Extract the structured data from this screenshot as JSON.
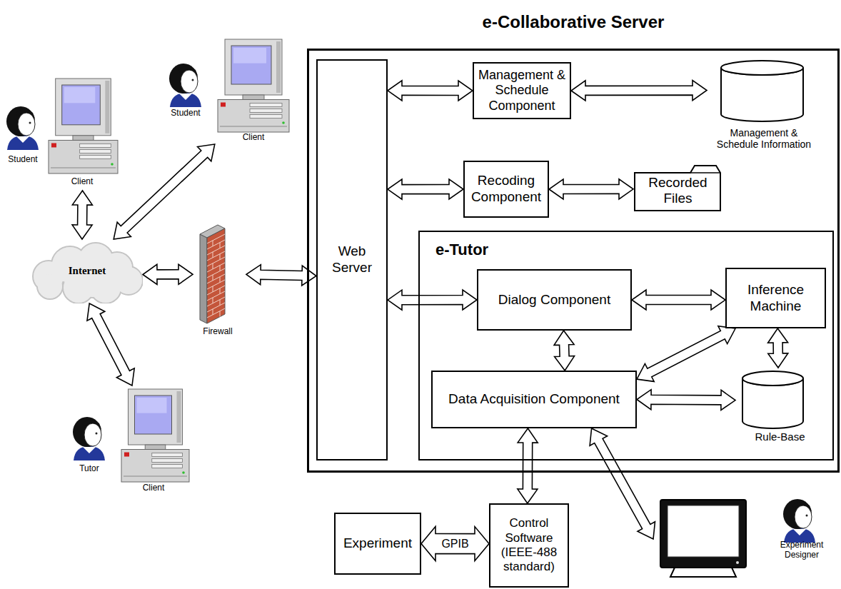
{
  "diagram": {
    "nodes": [
      {
        "text": [
          "Student",
          "Client"
        ]
      },
      {
        "text": [
          "Student",
          "Client"
        ]
      },
      {
        "text": [
          "Internet"
        ]
      },
      {
        "text": [
          "Firewall"
        ]
      },
      {
        "text": [
          "Tutor",
          "Client"
        ]
      },
      {
        "text": [
          "e-Collaborative Server"
        ]
      },
      {
        "text": [
          "Web Server"
        ],
        "in": 5
      },
      {
        "text": [
          "Management & Schedule Component"
        ],
        "in": 5
      },
      {
        "text": [
          "Management & Schedule Information"
        ],
        "in": 5
      },
      {
        "text": [
          "Recoding Component"
        ],
        "in": 5
      },
      {
        "text": [
          "Recorded Files"
        ],
        "in": 5
      },
      {
        "text": [
          "e-Tutor"
        ],
        "in": 5
      },
      {
        "text": [
          "Dialog Component"
        ],
        "in": 11
      },
      {
        "text": [
          "Inference Machine"
        ],
        "in": 11
      },
      {
        "text": [
          "Data Acquisition Component"
        ],
        "in": 11
      },
      {
        "text": [
          "Rule-Base"
        ],
        "in": 11
      },
      {
        "text": [
          "Experiment"
        ]
      },
      {
        "text": [
          "Control Software (IEEE-488 standard)"
        ]
      },
      {
        "text": [
          "Experiment Designer"
        ]
      }
    ],
    "edges": [
      {
        "from": 0,
        "to": 2,
        "arrow": "both"
      },
      {
        "from": 1,
        "to": 2,
        "arrow": "both"
      },
      {
        "from": 4,
        "to": 2,
        "arrow": "both"
      },
      {
        "from": 2,
        "to": 3,
        "arrow": "both"
      },
      {
        "from": 3,
        "to": 6,
        "arrow": "both"
      },
      {
        "from": 6,
        "to": 7,
        "arrow": "both"
      },
      {
        "from": 7,
        "to": 8,
        "arrow": "both"
      },
      {
        "from": 6,
        "to": 9,
        "arrow": "both"
      },
      {
        "from": 9,
        "to": 10,
        "arrow": "both"
      },
      {
        "from": 6,
        "to": 12,
        "arrow": "both"
      },
      {
        "from": 12,
        "to": 13,
        "arrow": "both"
      },
      {
        "from": 12,
        "to": 14,
        "arrow": "both"
      },
      {
        "from": 14,
        "to": 13,
        "arrow": "both"
      },
      {
        "from": 14,
        "to": 15,
        "arrow": "both"
      },
      {
        "from": 13,
        "to": 15,
        "arrow": "both"
      },
      {
        "from": 14,
        "to": 17,
        "arrow": "both"
      },
      {
        "from": 14,
        "to": 18,
        "arrow": "both"
      },
      {
        "from": 16,
        "to": 17,
        "label": "GPIB",
        "arrow": "both"
      }
    ]
  }
}
